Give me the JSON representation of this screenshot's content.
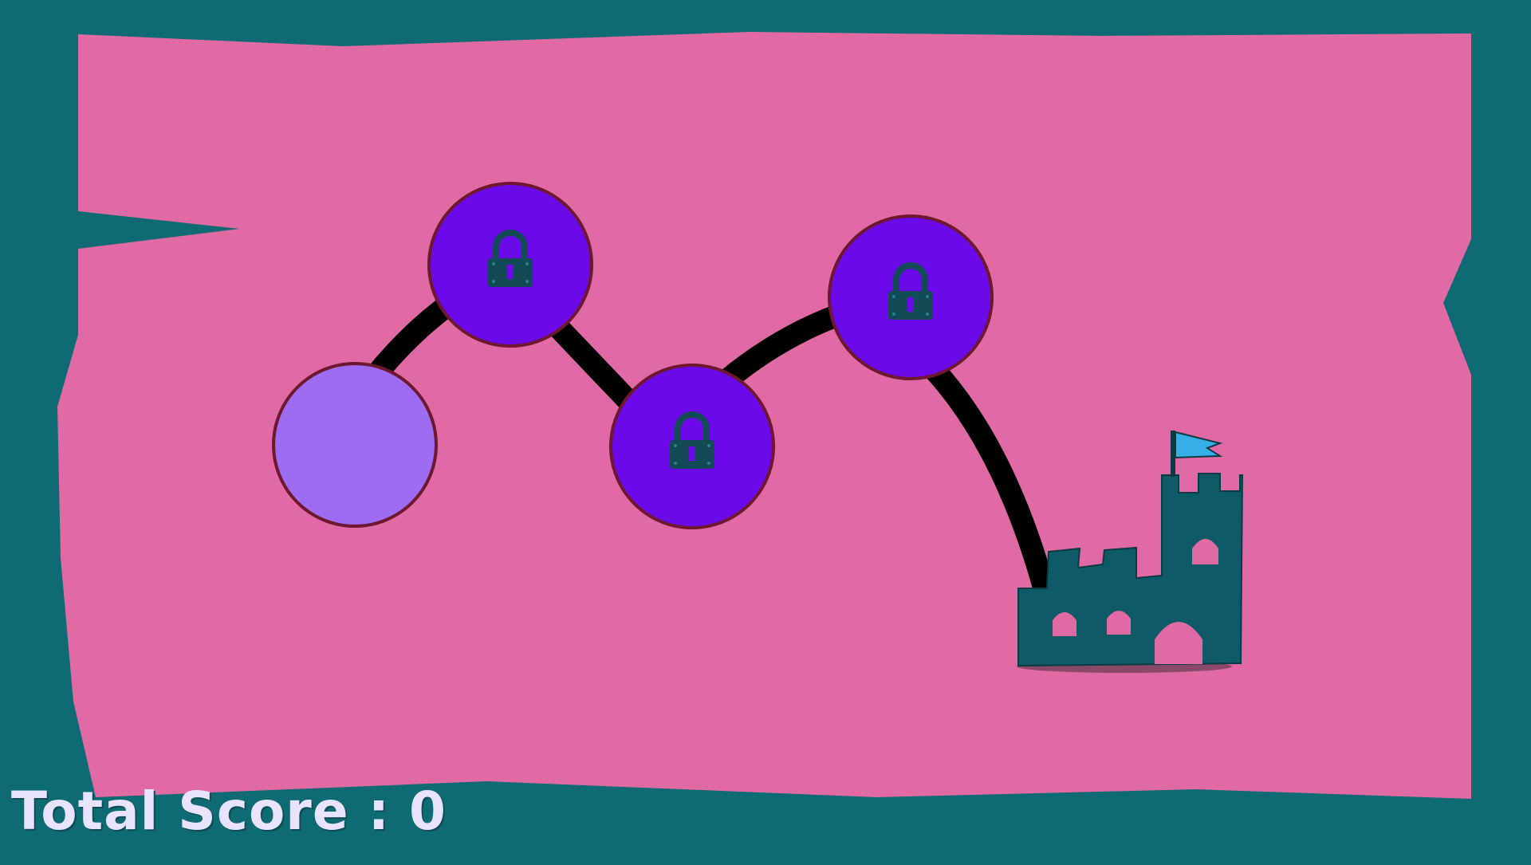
{
  "hud": {
    "score_text": "Total Score : 0"
  },
  "level_map": {
    "levels": [
      {
        "state": "unlocked",
        "icon": "none"
      },
      {
        "state": "locked",
        "icon": "lock-icon"
      },
      {
        "state": "locked",
        "icon": "lock-icon"
      },
      {
        "state": "locked",
        "icon": "lock-icon"
      }
    ],
    "goal": {
      "icon": "castle-icon",
      "flag_icon": "flag-icon"
    }
  },
  "colors": {
    "background": "#0f6b73",
    "map_paper": "#e06aa4",
    "unlocked_level": "#9d6cf3",
    "locked_level": "#6a0ae8",
    "level_border": "#6e1830",
    "path": "#000000",
    "castle": "#0e5a66",
    "flag": "#37aee5",
    "lock": "#124a56",
    "score_text": "#e8e3ff"
  }
}
